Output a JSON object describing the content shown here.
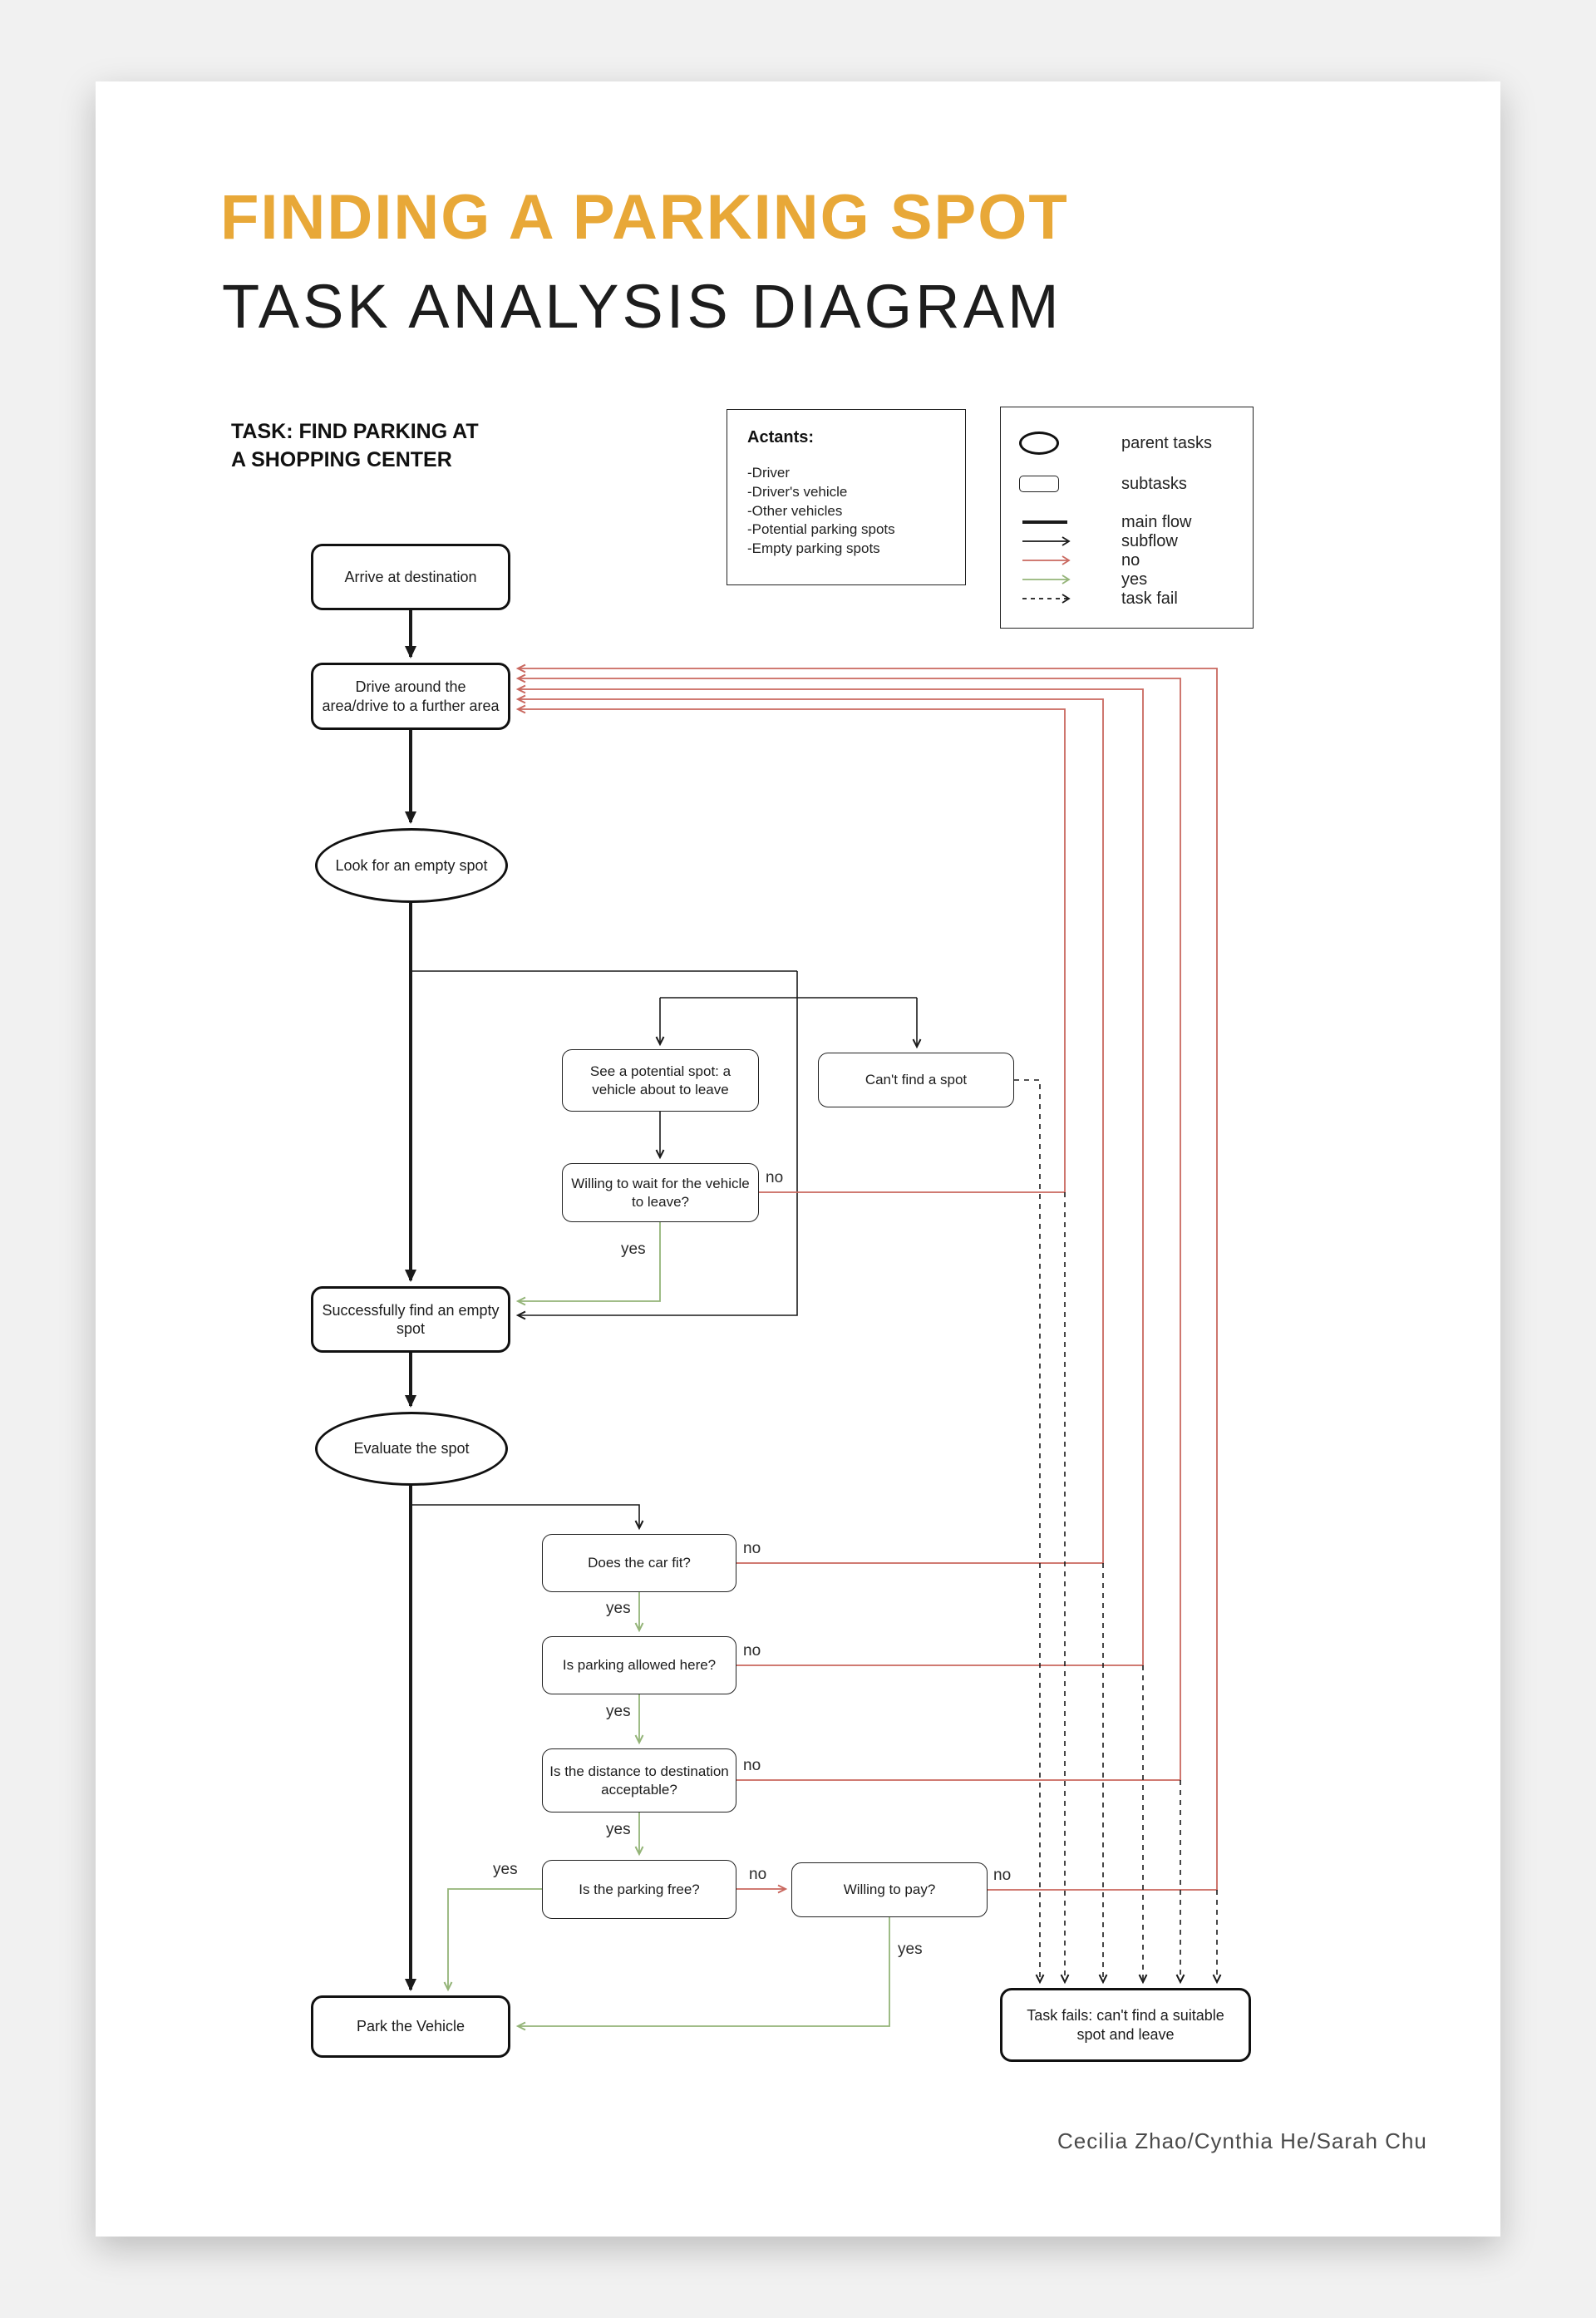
{
  "poster": {
    "title": "FINDING A PARKING SPOT",
    "subtitle": "TASK ANALYSIS DIAGRAM",
    "task_heading": [
      "TASK: FIND PARKING AT",
      "A SHOPPING CENTER"
    ],
    "credit": "Cecilia Zhao/Cynthia He/Sarah Chu"
  },
  "actants": {
    "heading": "Actants:",
    "items": [
      "-Driver",
      "-Driver's vehicle",
      "-Other vehicles",
      "-Potential parking spots",
      "-Empty parking spots"
    ]
  },
  "legend": {
    "items": [
      {
        "label": "parent tasks"
      },
      {
        "label": "subtasks"
      },
      {
        "label": "main flow"
      },
      {
        "label": "subflow"
      },
      {
        "label": "no"
      },
      {
        "label": "yes"
      },
      {
        "label": "task fail"
      }
    ]
  },
  "nodes": {
    "arrive": "Arrive at destination",
    "drive": "Drive around the area/drive to a further area",
    "look": "Look for an empty spot",
    "see_potential": "See a potential spot: a vehicle about to leave",
    "cant_find": "Can't find a spot",
    "willing_wait": "Willing to wait for the vehicle to leave?",
    "success_find": "Successfully find an empty spot",
    "evaluate": "Evaluate the spot",
    "car_fit": "Does the car fit?",
    "parking_allowed": "Is parking allowed here?",
    "distance_ok": "Is the distance to destination acceptable?",
    "parking_free": "Is the parking free?",
    "willing_pay": "Willing to pay?",
    "park": "Park the Vehicle",
    "task_fail": "Task fails: can't find a suitable spot and leave"
  },
  "edge_labels": {
    "yes": "yes",
    "no": "no"
  },
  "colors": {
    "accent": "#E8A838",
    "no-flow": "#C9685F",
    "yes-flow": "#94B478",
    "ink": "#1A1A1A"
  }
}
